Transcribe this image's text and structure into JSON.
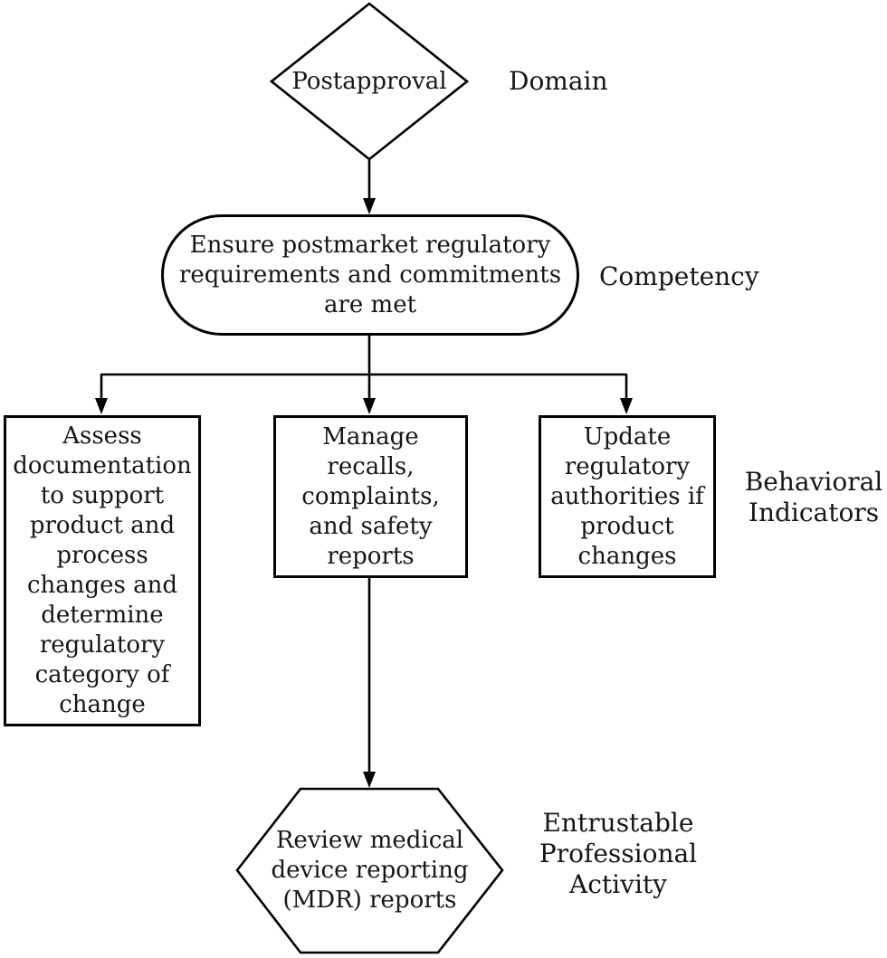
{
  "colors": {
    "stroke": "#000000",
    "text": "#161616",
    "background": "#ffffff"
  },
  "flowchart": {
    "domain": {
      "shape": "diamond",
      "text": "Postapproval",
      "side_label": "Domain"
    },
    "competency": {
      "shape": "stadium",
      "lines": [
        "Ensure postmarket regulatory",
        "requirements and commitments",
        "are met"
      ],
      "side_label": "Competency"
    },
    "behavioral_indicators": {
      "side_label_lines": [
        "Behavioral",
        "Indicators"
      ],
      "boxes": [
        {
          "shape": "rectangle",
          "lines": [
            "Assess",
            "documentation",
            "to support",
            "product and",
            "process",
            "changes and",
            "determine",
            "regulatory",
            "category of",
            "change"
          ]
        },
        {
          "shape": "rectangle",
          "lines": [
            "Manage",
            "recalls,",
            "complaints,",
            "and safety",
            "reports"
          ]
        },
        {
          "shape": "rectangle",
          "lines": [
            "Update",
            "regulatory",
            "authorities if",
            "product",
            "changes"
          ]
        }
      ]
    },
    "entrustable_professional_activity": {
      "shape": "hexagon",
      "lines": [
        "Review medical",
        "device reporting",
        "(MDR) reports"
      ],
      "side_label_lines": [
        "Entrustable",
        "Professional",
        "Activity"
      ]
    }
  }
}
